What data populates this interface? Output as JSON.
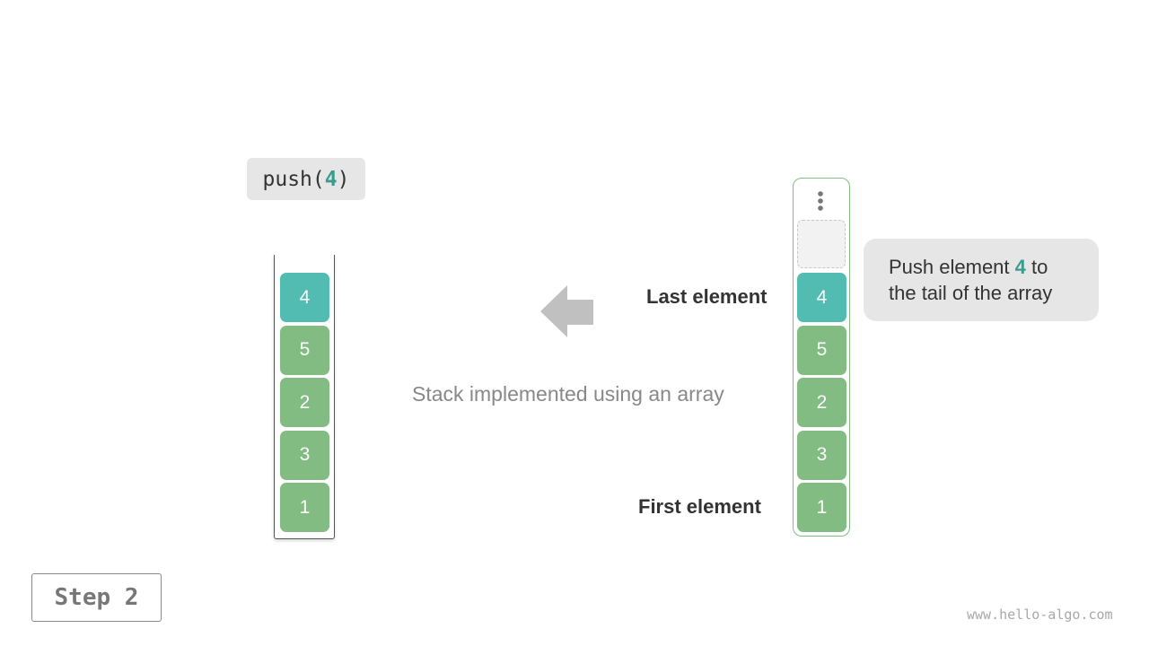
{
  "operation": {
    "prefix": "push(",
    "arg": "4",
    "suffix": ")"
  },
  "stack_values": [
    "4",
    "5",
    "2",
    "3",
    "1"
  ],
  "array_values": [
    "4",
    "5",
    "2",
    "3",
    "1"
  ],
  "caption": "Stack implemented using an array",
  "last_label": "Last element",
  "first_label": "First element",
  "note": {
    "before": "Push element ",
    "value": "4",
    "after": " to the tail of the array"
  },
  "step_label": "Step 2",
  "watermark": "www.hello-algo.com",
  "colors": {
    "top_cell": "#52bbb2",
    "cell": "#82bc82",
    "highlight_text": "#3a9c8e",
    "arrow": "#c0c0c0"
  },
  "icons": {
    "arrow": "arrow-left-icon",
    "ellipsis": "vertical-ellipsis-icon"
  }
}
